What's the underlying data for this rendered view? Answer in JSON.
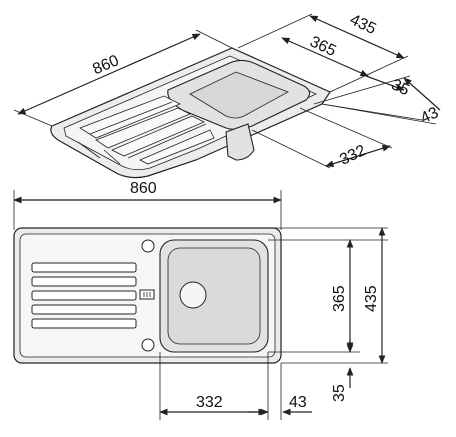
{
  "iso_view": {
    "overall_length": "860",
    "overall_depth": "435",
    "bowl_depth": "365",
    "front_margin": "35",
    "side_margin": "43",
    "bowl_width": "332"
  },
  "plan_view": {
    "overall_length": "860",
    "bowl_depth": "365",
    "overall_depth": "435",
    "front_margin": "35",
    "bowl_width": "332",
    "side_margin": "43"
  }
}
